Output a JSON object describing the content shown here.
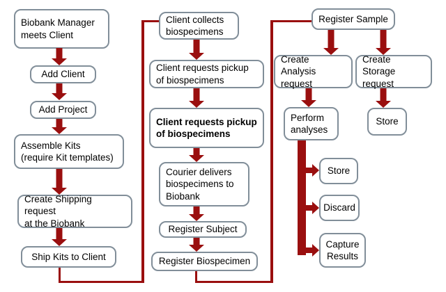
{
  "title": "Biobank workflow flowchart",
  "colors": {
    "accent": "#9a0f0f",
    "node_border": "#818e99",
    "text": "#000000",
    "bg": "#ffffff"
  },
  "nodes": {
    "biobank_manager_meets_client": {
      "label": "Biobank Manager\nmeets Client"
    },
    "add_client": {
      "label": "Add Client"
    },
    "add_project": {
      "label": "Add Project"
    },
    "assemble_kits": {
      "label": "Assemble Kits\n(require Kit templates)"
    },
    "create_shipping_request": {
      "label": "Create Shipping request\nat the Biobank"
    },
    "ship_kits_to_client": {
      "label": "Ship Kits to Client"
    },
    "client_collects_biospecimens": {
      "label": "Client collects\nbiospecimens"
    },
    "client_requests_pickup": {
      "label": "Client requests pickup\nof biospecimens"
    },
    "client_requests_pickup_bold": {
      "label": "Client requests pickup\nof biospecimens"
    },
    "courier_delivers": {
      "label": "Courier delivers\nbiospecimens to\nBiobank"
    },
    "register_subject": {
      "label": "Register Subject"
    },
    "register_biospecimen": {
      "label": "Register Biospecimen"
    },
    "register_sample": {
      "label": "Register Sample"
    },
    "create_analysis_request": {
      "label": "Create Analysis\nrequest"
    },
    "create_storage_request": {
      "label": "Create Storage\nrequest"
    },
    "perform_analyses": {
      "label": "Perform\nanalyses"
    },
    "store_after_storage_request": {
      "label": "Store"
    },
    "store_after_analyses": {
      "label": "Store"
    },
    "discard": {
      "label": "Discard"
    },
    "capture_results": {
      "label": "Capture\nResults"
    }
  }
}
